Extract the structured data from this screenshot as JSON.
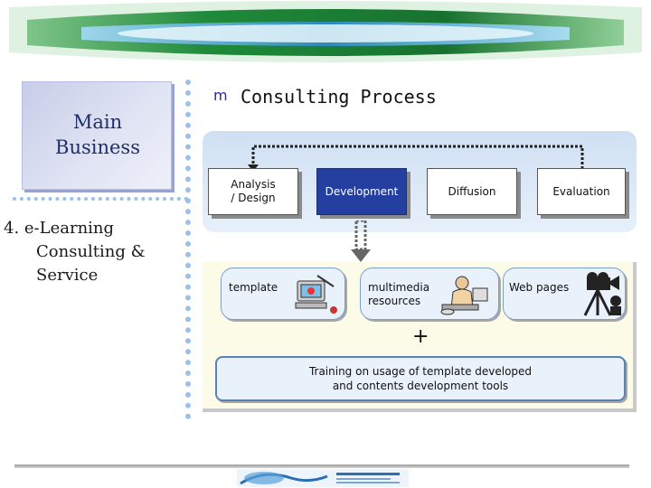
{
  "main_box": {
    "title_line1": "Main",
    "title_line2": "Business"
  },
  "section": {
    "number_line1": "4. e-Learning",
    "line2": "Consulting &",
    "line3": "Service"
  },
  "heading": {
    "bullet_icon": "bullet-icon",
    "text": "Consulting Process"
  },
  "process": {
    "steps": [
      {
        "line1": "Analysis",
        "line2": "/ Design",
        "active": false
      },
      {
        "line1": "Development",
        "line2": "",
        "active": true
      },
      {
        "line1": "Diffusion",
        "line2": "",
        "active": false
      },
      {
        "line1": "Evaluation",
        "line2": "",
        "active": false
      }
    ]
  },
  "deliverables": [
    {
      "line1": "template",
      "line2": "",
      "icon": "computer-clipart-icon"
    },
    {
      "line1": "multimedia",
      "line2": "resources",
      "icon": "person-at-computer-icon"
    },
    {
      "line1": "Web pages",
      "line2": "",
      "icon": "video-camera-icon"
    }
  ],
  "plus_sign": "+",
  "training": {
    "line1": "Training on usage of template developed",
    "line2": "and contents development tools"
  },
  "colors": {
    "accent_blue": "#253fa1",
    "banner_green": "#1e8a3a",
    "panel_blue": "#cfe0f3",
    "output_bg": "#fbfbe8"
  }
}
